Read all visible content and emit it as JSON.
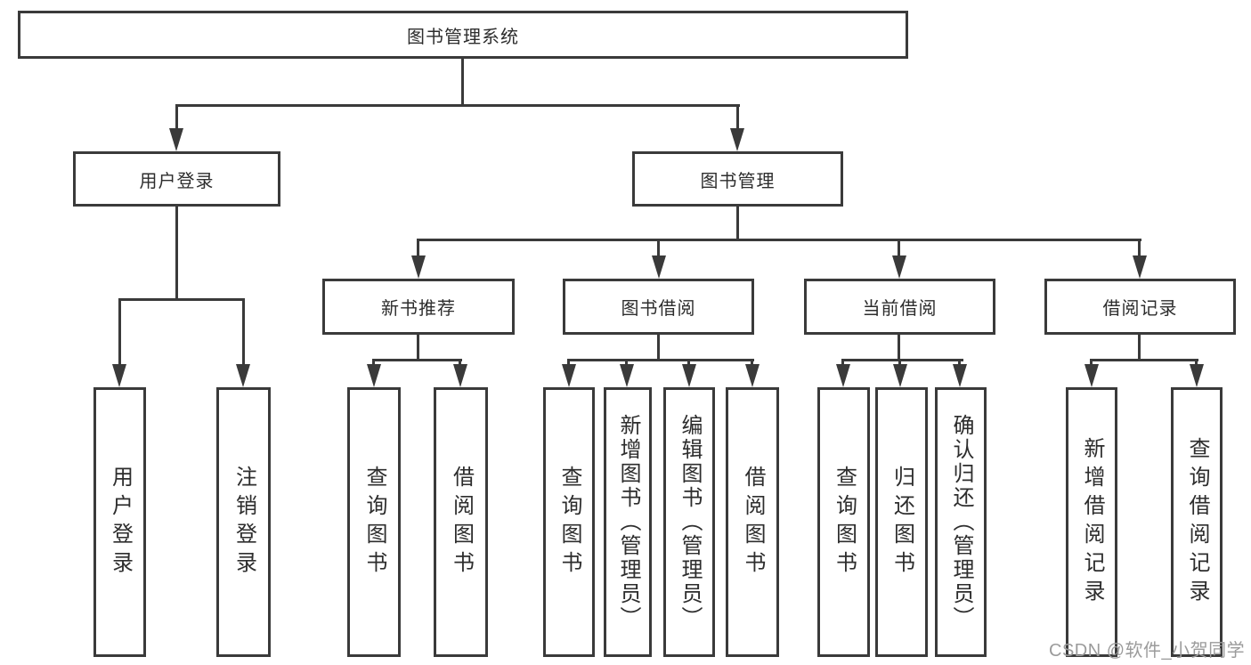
{
  "diagram": {
    "title_node": {
      "label": "图书管理系统"
    },
    "level2": [
      {
        "label": "用户登录"
      },
      {
        "label": "图书管理"
      }
    ],
    "level3": [
      {
        "label": "新书推荐"
      },
      {
        "label": "图书借阅"
      },
      {
        "label": "当前借阅"
      },
      {
        "label": "借阅记录"
      }
    ],
    "leaves": {
      "user_login": [
        "用户登录",
        "注销登录"
      ],
      "new_books": [
        "查询图书",
        "借阅图书"
      ],
      "borrowing": [
        "查询图书",
        "新增图书（管理员）",
        "编辑图书（管理员）",
        "借阅图书"
      ],
      "current": [
        "查询图书",
        "归还图书",
        "确认归还（管理员）"
      ],
      "records": [
        "新增借阅记录",
        "查询借阅记录"
      ]
    },
    "line_color": "#3a3a3a",
    "background_color": "#ffffff"
  },
  "watermark": {
    "text": "CSDN @软件_小贺同学",
    "color": "#9b9b9b"
  }
}
